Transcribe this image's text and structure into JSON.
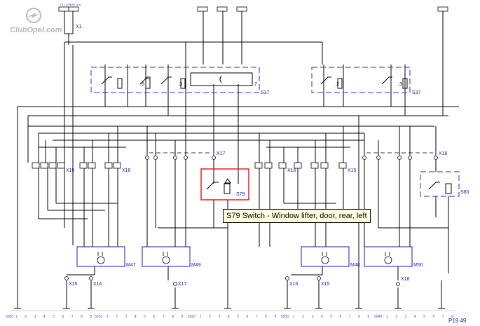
{
  "brand": {
    "text": "ClubOpel.com"
  },
  "page_number": "P19 49",
  "tooltip": {
    "text": "S79 Switch - Window lifter, door, rear, left"
  },
  "highlight_color": "#e02020",
  "wire_color": "#000000",
  "label_color": "#1a1ab0",
  "connectors": {
    "x1": "X1",
    "s37_left": "S37",
    "s37_right": "S37",
    "x15_top_left": "X15",
    "x16_top_left": "X16",
    "x17_top": "X17",
    "s79": "S79",
    "x16_top_right": "X16",
    "x15_top_right": "X15",
    "x18_top": "X18",
    "s80": "S80",
    "m47": "M47",
    "m49": "M49",
    "m48": "M48",
    "m50": "M50",
    "x15_bottom_left": "X15",
    "x16_bottom_left": "X16",
    "x17_bottom": "X17",
    "x16_bottom_right": "X16",
    "x15_bottom_right": "X15",
    "x18_bottom": "X18"
  },
  "s37_pins": {
    "p5": ".5",
    "p3": ".3",
    "p7": ".7",
    "p2": ".2",
    "p3r": ".3"
  },
  "fuses": {
    "f1": "F17 30A",
    "f2": "K81 30A"
  },
  "ruler": {
    "s000": "5000",
    "s010": "5010",
    "s020": "5020",
    "s030": "5030",
    "s040": "5040",
    "d": [
      "1",
      "2",
      "3",
      "4",
      "5",
      "6",
      "7",
      "8",
      "9"
    ]
  },
  "icons": [
    "opel-logo-icon",
    "motor-icon",
    "switch-icon"
  ]
}
